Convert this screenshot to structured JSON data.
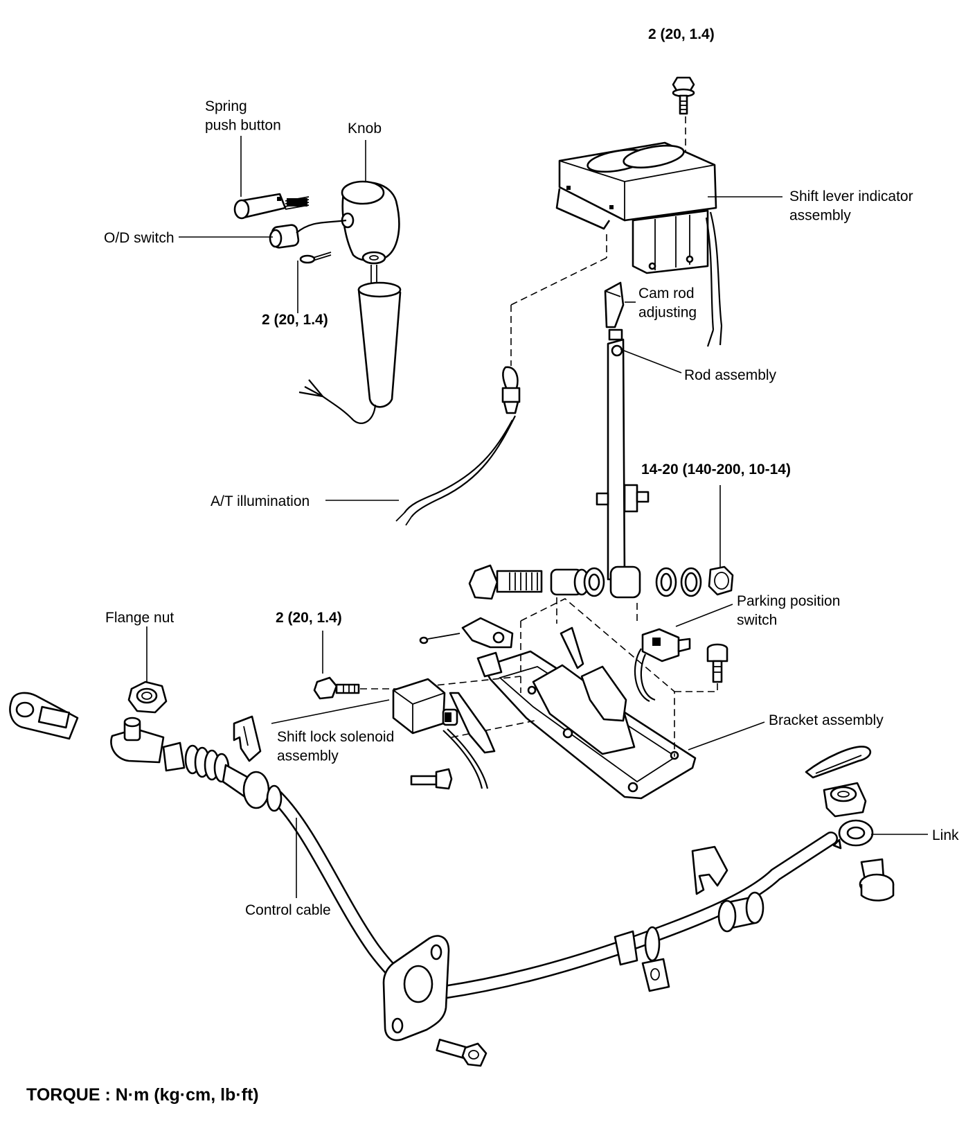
{
  "labels": {
    "torque_top": "2 (20, 1.4)",
    "spring_push_button": "Spring\npush button",
    "knob": "Knob",
    "od_switch": "O/D switch",
    "torque_knob": "2 (20, 1.4)",
    "shift_lever_indicator": "Shift lever indicator\nassembly",
    "cam_rod_adjusting": "Cam rod\nadjusting",
    "rod_assembly": "Rod assembly",
    "torque_rod": "14-20 (140-200, 10-14)",
    "at_illumination": "A/T illumination",
    "parking_position_switch": "Parking position\nswitch",
    "flange_nut": "Flange nut",
    "torque_solenoid": "2 (20, 1.4)",
    "bracket_assembly": "Bracket assembly",
    "shift_lock_solenoid": "Shift lock solenoid\nassembly",
    "link": "Link",
    "control_cable": "Control cable"
  },
  "footer": {
    "torque_units": "TORQUE : N·m (kg·cm, lb·ft)"
  },
  "icons": {
    "bolt": "bolt-icon",
    "nut": "nut-icon",
    "washer": "washer-icon",
    "clip": "clip-icon"
  },
  "colors": {
    "line": "#000000",
    "background": "#ffffff"
  }
}
